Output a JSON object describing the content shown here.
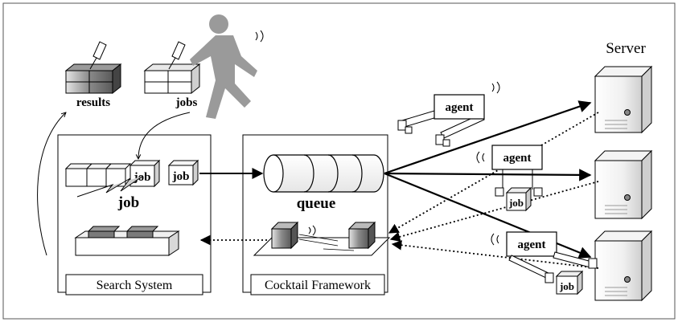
{
  "labels": {
    "results": "results",
    "jobs": "jobs",
    "job_big": "job",
    "job_small_1": "job",
    "job_small_2": "job",
    "queue": "queue",
    "search_system": "Search System",
    "cocktail_framework": "Cocktail Framework",
    "server": "Server",
    "agent_1": "agent",
    "agent_2": "agent",
    "agent_3": "agent",
    "agent_job_2": "job",
    "agent_job_3": "job"
  },
  "colors": {
    "line": "#000000",
    "box_fill": "#ffffff",
    "gray_dark": "#6f6f6f",
    "gray_mid": "#a8a8a8",
    "gray_light": "#d8d8d8",
    "runner": "#9a9a9a"
  },
  "icons": {
    "runner": "running-person-icon",
    "server": "server-tower-icon",
    "key": "key-icon",
    "document": "document-tag-icon"
  }
}
